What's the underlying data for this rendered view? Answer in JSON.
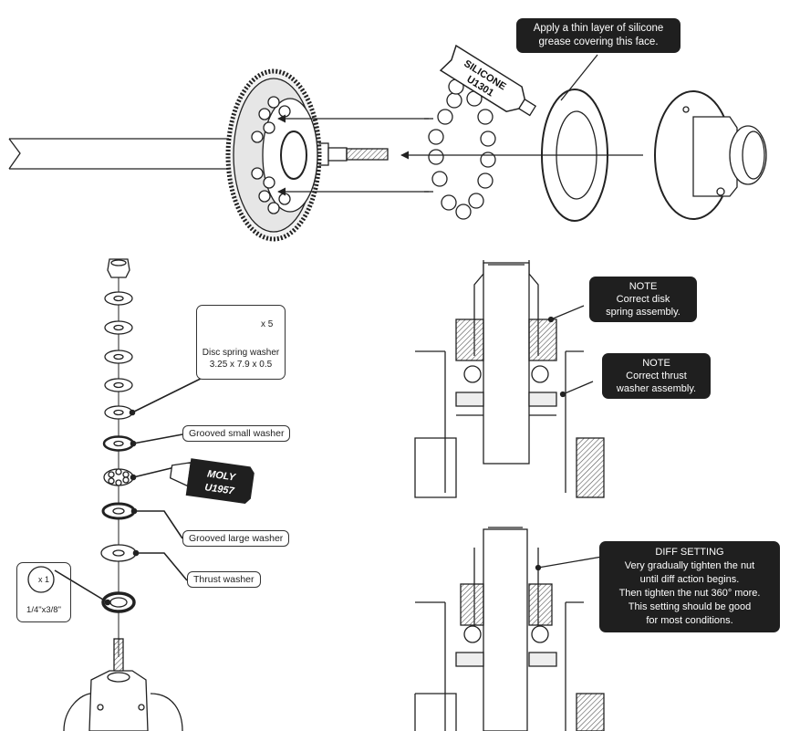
{
  "top_callout": {
    "lines": [
      "Apply a thin layer of silicone",
      "grease covering this face."
    ]
  },
  "tubes": {
    "silicone": {
      "brand": "SILICONE",
      "code": "U1301"
    },
    "moly": {
      "brand": "MOLY",
      "code": "U1957"
    }
  },
  "disc_spring_box": {
    "qty": "x 5",
    "name": "Disc spring washer",
    "size": "3.25 x 7.9 x 0.5"
  },
  "bearing_box": {
    "qty": "x 1",
    "size": "1/4\"x3/8\""
  },
  "part_labels": {
    "grooved_small": "Grooved small washer",
    "grooved_large": "Grooved large washer",
    "thrust": "Thrust washer"
  },
  "notes": {
    "disk_spring": {
      "lines": [
        "NOTE",
        "Correct disk",
        "spring assembly."
      ]
    },
    "thrust_washer": {
      "lines": [
        "NOTE",
        "Correct thrust",
        "washer assembly."
      ]
    },
    "diff_setting": {
      "lines": [
        "DIFF SETTING",
        "Very gradually tighten the nut",
        "until diff action begins.",
        "Then tighten the nut 360° more.",
        "This setting should be good",
        "for most conditions."
      ]
    }
  },
  "colors": {
    "callout_bg": "#1f1f1f",
    "line": "#222222",
    "hatch": "#555555"
  }
}
